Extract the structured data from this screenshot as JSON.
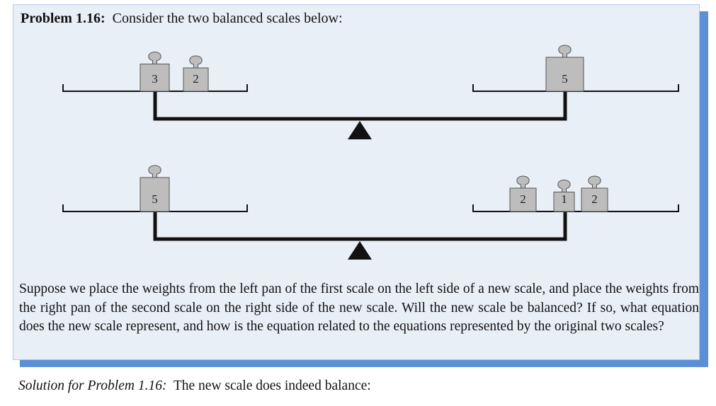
{
  "problem": {
    "label": "Problem 1.16:",
    "intro": "Consider the two balanced scales below:",
    "question": "Suppose we place the weights from the left pan of the first scale on the left side of a new scale, and place the weights from the right pan of the second scale on the right side of the new scale. Will the new scale be balanced? If so, what equation does the new scale represent, and how is the equation related to the equations represented by the original two scales?"
  },
  "scales": [
    {
      "left": [
        3,
        2
      ],
      "right": [
        5
      ]
    },
    {
      "left": [
        5
      ],
      "right": [
        2,
        1,
        2
      ]
    }
  ],
  "solution": {
    "label": "Solution for Problem 1.16:",
    "text": "The new scale does indeed balance:"
  },
  "colors": {
    "box_bg": "#e9eff7",
    "box_shadow": "#5b8fd6",
    "weight_fill": "#bdbdbd"
  }
}
